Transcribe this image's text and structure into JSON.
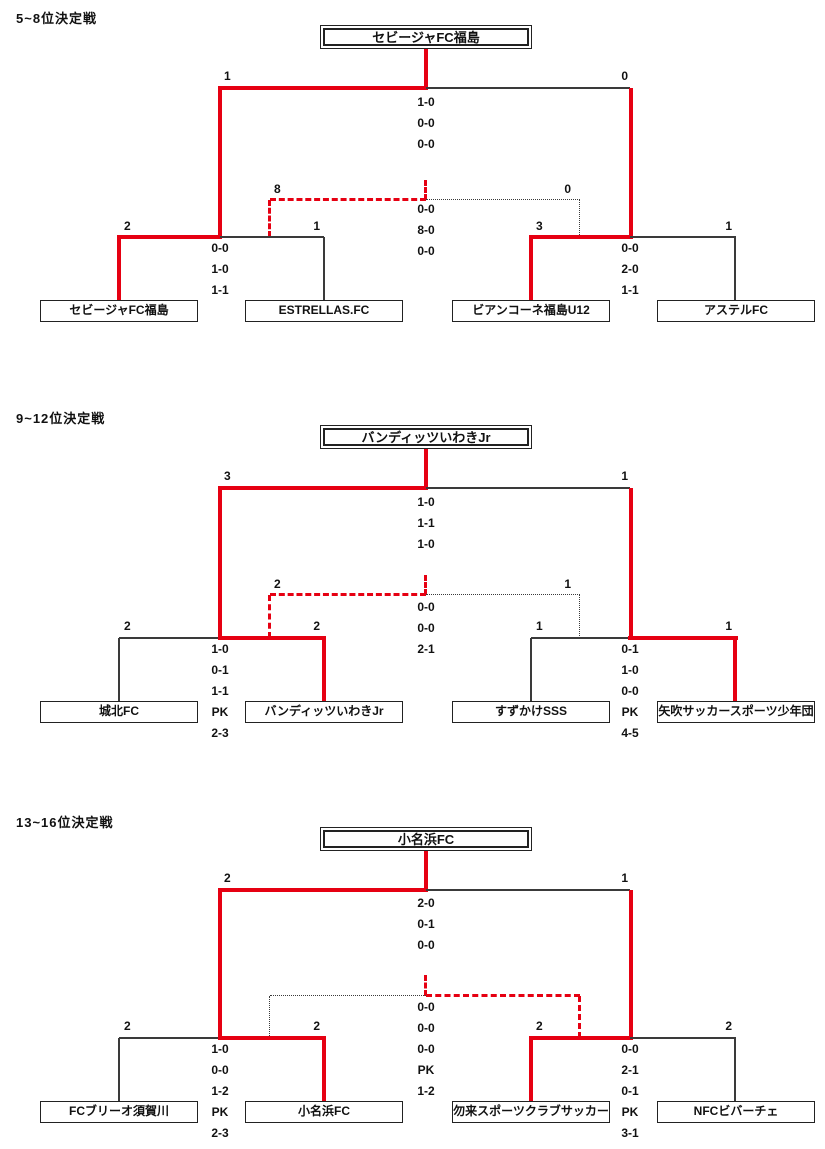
{
  "colors": {
    "winner_path": "#e60012",
    "connector": "#3a3a3a"
  },
  "brackets": [
    {
      "title": "5~8位決定戦",
      "champion": "セビージャFC福島",
      "teams": [
        "セビージャFC福島",
        "ESTRELLAS.FC",
        "ビアンコーネ福島U12",
        "アステルFC"
      ],
      "final": {
        "left_total": "1",
        "right_total": "0",
        "scores": [
          "1-0",
          "0-0",
          "0-0"
        ]
      },
      "consolation": {
        "left_total": "8",
        "right_total": "0",
        "scores": [
          "0-0",
          "8-0",
          "0-0"
        ]
      },
      "semifinal_left": {
        "left_total": "2",
        "right_total": "1",
        "scores": [
          "0-0",
          "1-0",
          "1-1"
        ]
      },
      "semifinal_right": {
        "left_total": "3",
        "right_total": "1",
        "scores": [
          "0-0",
          "2-0",
          "1-1"
        ]
      }
    },
    {
      "title": "9~12位決定戦",
      "champion": "バンディッツいわきJr",
      "teams": [
        "城北FC",
        "バンディッツいわきJr",
        "すずかけSSS",
        "矢吹サッカースポーツ少年団"
      ],
      "final": {
        "left_total": "3",
        "right_total": "1",
        "scores": [
          "1-0",
          "1-1",
          "1-0"
        ]
      },
      "consolation": {
        "left_total": "2",
        "right_total": "1",
        "scores": [
          "0-0",
          "0-0",
          "2-1"
        ]
      },
      "semifinal_left": {
        "left_total": "2",
        "right_total": "2",
        "scores": [
          "1-0",
          "0-1",
          "1-1",
          "PK",
          "2-3"
        ]
      },
      "semifinal_right": {
        "left_total": "1",
        "right_total": "1",
        "scores": [
          "0-1",
          "1-0",
          "0-0",
          "PK",
          "4-5"
        ]
      }
    },
    {
      "title": "13~16位決定戦",
      "champion": "小名浜FC",
      "teams": [
        "FCブリーオ須賀川",
        "小名浜FC",
        "勿来スポーツクラブサッカー",
        "NFCビバーチェ"
      ],
      "final": {
        "left_total": "2",
        "right_total": "1",
        "scores": [
          "2-0",
          "0-1",
          "0-0"
        ]
      },
      "consolation": {
        "scores": [
          "0-0",
          "0-0",
          "0-0",
          "PK",
          "1-2"
        ]
      },
      "semifinal_left": {
        "left_total": "2",
        "right_total": "2",
        "scores": [
          "1-0",
          "0-0",
          "1-2",
          "PK",
          "2-3"
        ]
      },
      "semifinal_right": {
        "left_total": "2",
        "right_total": "2",
        "scores": [
          "0-0",
          "2-1",
          "0-1",
          "PK",
          "3-1"
        ]
      }
    }
  ]
}
